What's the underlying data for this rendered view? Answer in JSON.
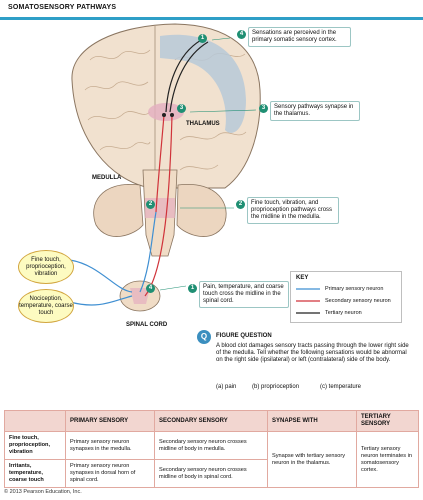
{
  "header": {
    "title": "SOMATOSENSORY PATHWAYS"
  },
  "labels": {
    "thalamus": "THALAMUS",
    "medulla": "MEDULLA",
    "spinal_cord": "SPINAL CORD"
  },
  "callouts": [
    {
      "num": "4",
      "text": "Sensations are perceived in the primary somatic sensory cortex."
    },
    {
      "num": "3",
      "text": "Sensory pathways synapse in the thalamus."
    },
    {
      "num": "2",
      "text": "Fine touch, vibration, and proprioception pathways cross the midline in the medulla."
    },
    {
      "num": "1",
      "text": "Pain, temperature, and coarse touch cross the midline in the spinal cord."
    }
  ],
  "stimuli": [
    {
      "text": "Fine touch, proprioception, vibration"
    },
    {
      "text": "Nociception, temperature, coarse touch"
    }
  ],
  "key": {
    "title": "KEY",
    "items": [
      {
        "label": "Primary sensory neuron",
        "color": "#3f8fd2"
      },
      {
        "label": "Secondary sensory neuron",
        "color": "#d0333a"
      },
      {
        "label": "Tertiary neuron",
        "color": "#222222"
      }
    ]
  },
  "figure_question": {
    "badge": "Q",
    "title": "FIGURE QUESTION",
    "text": "A blood clot damages sensory tracts passing through the lower right side of the medulla. Tell whether the following sensations would be abnormal on the right side (ipsilateral) or left (contralateral) side of the body.",
    "options": [
      "(a) pain",
      "(b) proprioception",
      "(c) temperature"
    ]
  },
  "table": {
    "headers": [
      "",
      "PRIMARY SENSORY",
      "SECONDARY SENSORY",
      "SYNAPSE WITH",
      "TERTIARY SENSORY"
    ],
    "rows": [
      {
        "head": "Fine touch, proprioception, vibration",
        "primary": "Primary sensory neuron synapses in the medulla.",
        "secondary": "Secondary sensory neuron crosses midline of body in medulla."
      },
      {
        "head": "Irritants, temperature, coarse touch",
        "primary": "Primary sensory neuron synapses in dorsal horn of spinal cord.",
        "secondary": "Secondary sensory neuron crosses midline of body in spinal cord."
      }
    ],
    "synapse": "Synapse with tertiary sensory neuron in the thalamus.",
    "tertiary": "Tertiary sensory neuron terminates in somatosensory cortex."
  },
  "copyright": "© 2013 Pearson Education, Inc.",
  "colors": {
    "accent": "#2f9fc7",
    "callout_number": "#1f8f73",
    "table_header": "#f2d6d0",
    "brain": "#f1e1cf"
  }
}
